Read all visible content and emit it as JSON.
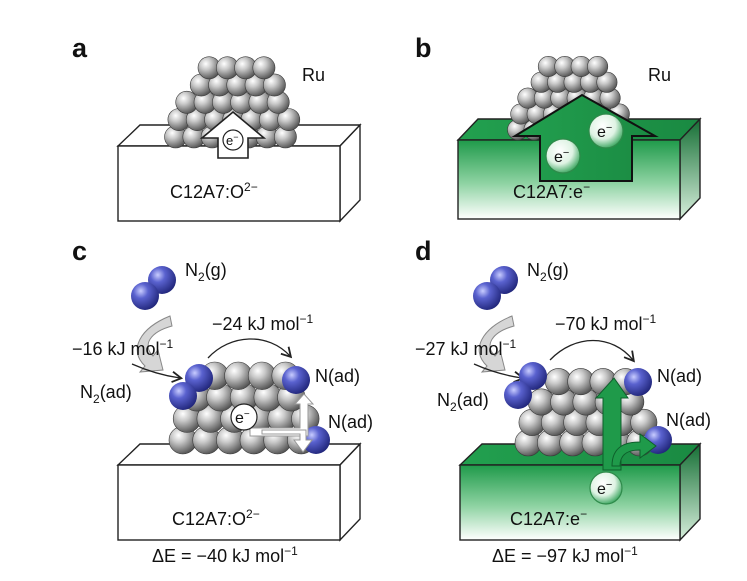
{
  "panels": {
    "a": {
      "letter": "a",
      "metal": "Ru",
      "electron": "e",
      "electron_sup": "−",
      "support": "C12A7:O",
      "support_sup": "2−"
    },
    "b": {
      "letter": "b",
      "metal": "Ru",
      "electron": "e",
      "electron_sup": "−",
      "support": "C12A7:e",
      "support_sup": "−"
    },
    "c": {
      "letter": "c",
      "gas": "N",
      "gas_sub": "2",
      "gas_rest": "(g)",
      "adsorbed": "N",
      "adsorbed_sub": "2",
      "adsorbed_rest": "(ad)",
      "energy_ads": "−16 kJ mol",
      "energy_ads_sup": "−1",
      "energy_diss": "−24 kJ mol",
      "energy_diss_sup": "−1",
      "atom_1": "N(ad)",
      "atom_2": "N(ad)",
      "electron": "e",
      "electron_sup": "−",
      "support": "C12A7:O",
      "support_sup": "2−",
      "delta": "ΔE = −40 kJ mol",
      "delta_sup": "−1"
    },
    "d": {
      "letter": "d",
      "gas": "N",
      "gas_sub": "2",
      "gas_rest": "(g)",
      "adsorbed": "N",
      "adsorbed_sub": "2",
      "adsorbed_rest": "(ad)",
      "energy_ads": "−27 kJ mol",
      "energy_ads_sup": "−1",
      "energy_diss": "−70 kJ mol",
      "energy_diss_sup": "−1",
      "atom_1": "N(ad)",
      "atom_2": "N(ad)",
      "electron": "e",
      "electron_sup": "−",
      "support": "C12A7:e",
      "support_sup": "−",
      "delta": "ΔE = −97 kJ mol",
      "delta_sup": "−1"
    }
  },
  "colors": {
    "ruthenium": "#8a8a8a",
    "nitrogen": "#3f46a8",
    "electride_green": "#1f9a4a",
    "electron_green": "#2ea055",
    "support_white": "#ffffff",
    "outline": "#222222"
  }
}
